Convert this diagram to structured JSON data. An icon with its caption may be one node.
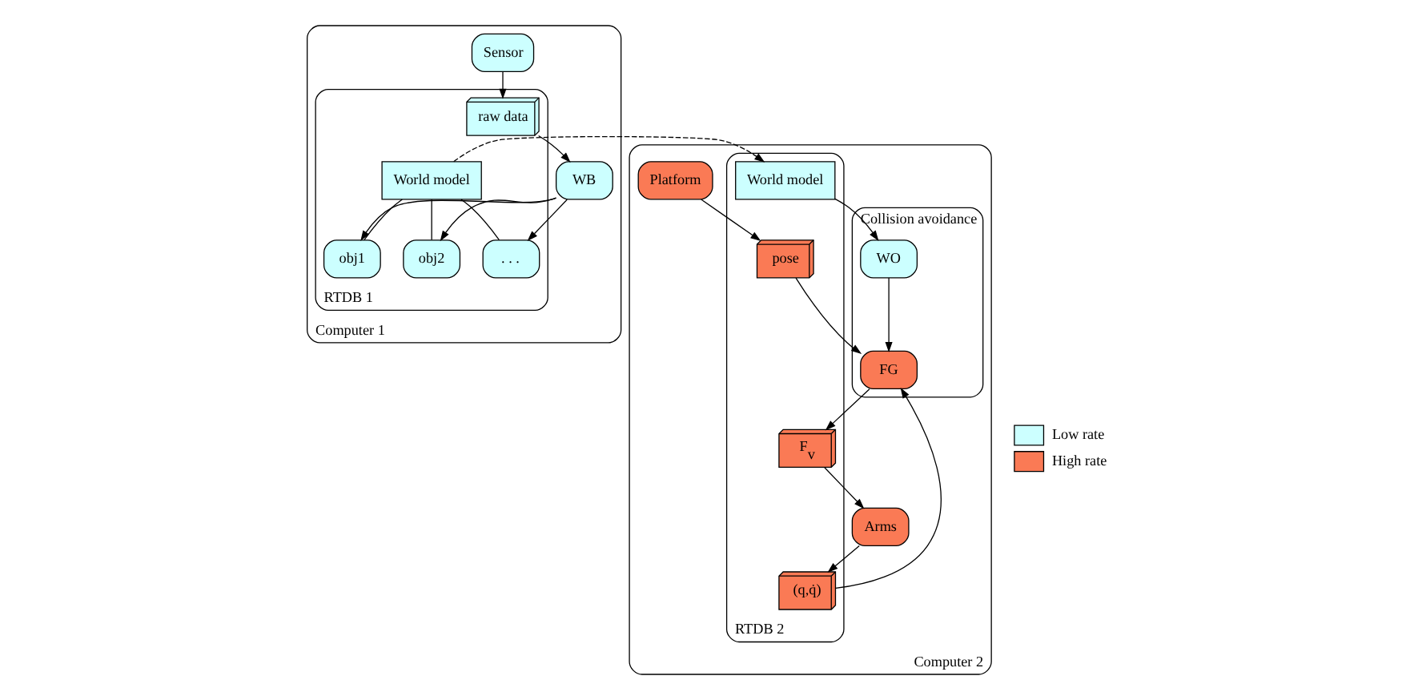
{
  "diagram": {
    "nodes": [
      {
        "text": [
          "Computer 1"
        ]
      },
      {
        "text": [
          "Sensor"
        ],
        "in": 0
      },
      {
        "text": [
          "RTDB 1"
        ],
        "in": 0
      },
      {
        "text": [
          "raw data"
        ],
        "in": 2
      },
      {
        "text": [
          "World model"
        ],
        "in": 2
      },
      {
        "text": [
          "obj1"
        ],
        "in": 2
      },
      {
        "text": [
          "obj2"
        ],
        "in": 2
      },
      {
        "text": [
          ". . ."
        ],
        "in": 2
      },
      {
        "text": [
          "WB"
        ],
        "in": 0
      },
      {
        "text": [
          "Computer 2"
        ]
      },
      {
        "text": [
          "Arms"
        ],
        "in": 9
      },
      {
        "text": [
          "RTDB 2"
        ],
        "in": 9
      },
      {
        "text": [
          "World model"
        ],
        "in": 11
      },
      {
        "text": [
          "(q,q̇)"
        ],
        "in": 11
      },
      {
        "text": [
          "F$_{v}$"
        ],
        "in": 11
      },
      {
        "text": [
          "pose"
        ],
        "in": 11
      },
      {
        "text": [
          "Platform"
        ],
        "in": 9
      },
      {
        "text": [
          "Collision avoidance"
        ],
        "in": 9
      },
      {
        "text": [
          "WO"
        ],
        "in": 17
      },
      {
        "text": [
          "FG"
        ],
        "in": 17
      }
    ],
    "edges": [
      {
        "from": 1,
        "to": 3,
        "arrow": "to"
      },
      {
        "from": 3,
        "to": 8,
        "arrow": "to"
      },
      {
        "from": 4,
        "to": 5,
        "arrow": "none"
      },
      {
        "from": 4,
        "to": 6,
        "arrow": "none"
      },
      {
        "from": 4,
        "to": 7,
        "arrow": "none"
      },
      {
        "from": 8,
        "to": 5,
        "arrow": "to"
      },
      {
        "from": 8,
        "to": 6,
        "arrow": "to"
      },
      {
        "from": 8,
        "to": 7,
        "arrow": "to"
      },
      {
        "from": 4,
        "to": 12,
        "arrow": "to",
        "style": "dashed"
      },
      {
        "from": 10,
        "to": 13,
        "arrow": "to"
      },
      {
        "from": 14,
        "to": 10,
        "arrow": "to"
      },
      {
        "from": 16,
        "to": 15,
        "arrow": "to"
      },
      {
        "from": 12,
        "to": 18,
        "arrow": "to"
      },
      {
        "from": 13,
        "to": 19,
        "arrow": "to"
      },
      {
        "from": 15,
        "to": 19,
        "arrow": "to"
      },
      {
        "from": 18,
        "to": 19,
        "arrow": "to"
      },
      {
        "from": 19,
        "to": 14,
        "arrow": "to"
      }
    ],
    "legend": [
      {
        "text": "Low rate",
        "color": "#ccffff"
      },
      {
        "text": "High rate",
        "color": "#fa7a55"
      }
    ]
  }
}
